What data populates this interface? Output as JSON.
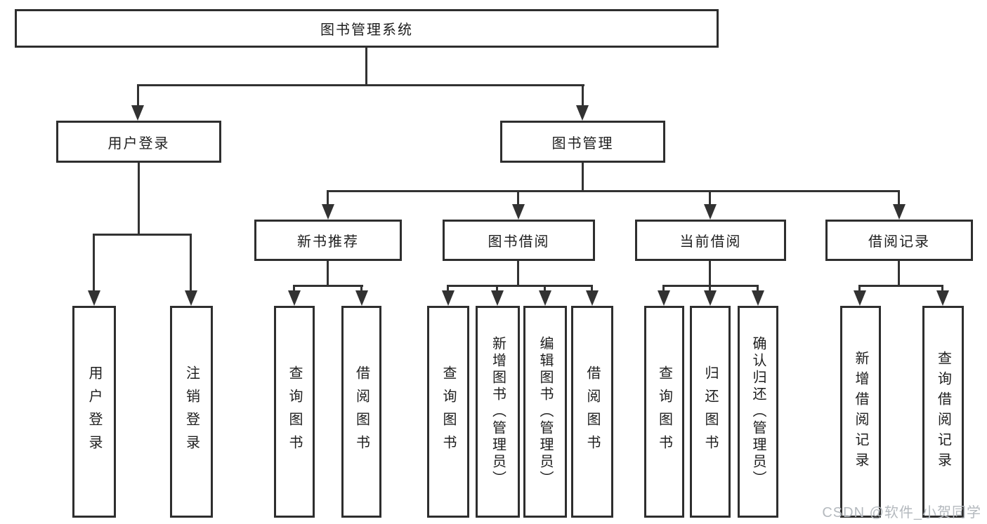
{
  "diagram": {
    "root": {
      "label": "图书管理系统"
    },
    "level2": [
      {
        "label": "用户登录"
      },
      {
        "label": "图书管理"
      }
    ],
    "level3": [
      {
        "label": "新书推荐"
      },
      {
        "label": "图书借阅"
      },
      {
        "label": "当前借阅"
      },
      {
        "label": "借阅记录"
      }
    ],
    "leaves": {
      "user_login": [
        {
          "label": "用户登录"
        },
        {
          "label": "注销登录"
        }
      ],
      "new_book": [
        {
          "label": "查询图书"
        },
        {
          "label": "借阅图书"
        }
      ],
      "book_borrow": [
        {
          "label": "查询图书"
        },
        {
          "label": "新增图书（管理员）"
        },
        {
          "label": "编辑图书（管理员）"
        },
        {
          "label": "借阅图书"
        }
      ],
      "current_borrow": [
        {
          "label": "查询图书"
        },
        {
          "label": "归还图书"
        },
        {
          "label": "确认归还（管理员）"
        }
      ],
      "borrow_record": [
        {
          "label": "新增借阅记录"
        },
        {
          "label": "查询借阅记录"
        }
      ]
    }
  },
  "watermark": {
    "text": "CSDN @软件_小贺同学"
  },
  "colors": {
    "line": "#323232",
    "border": "#2e2e2e",
    "text": "#1e1e1e",
    "watermark_text": "#b4b9be",
    "background": "#ffffff"
  }
}
